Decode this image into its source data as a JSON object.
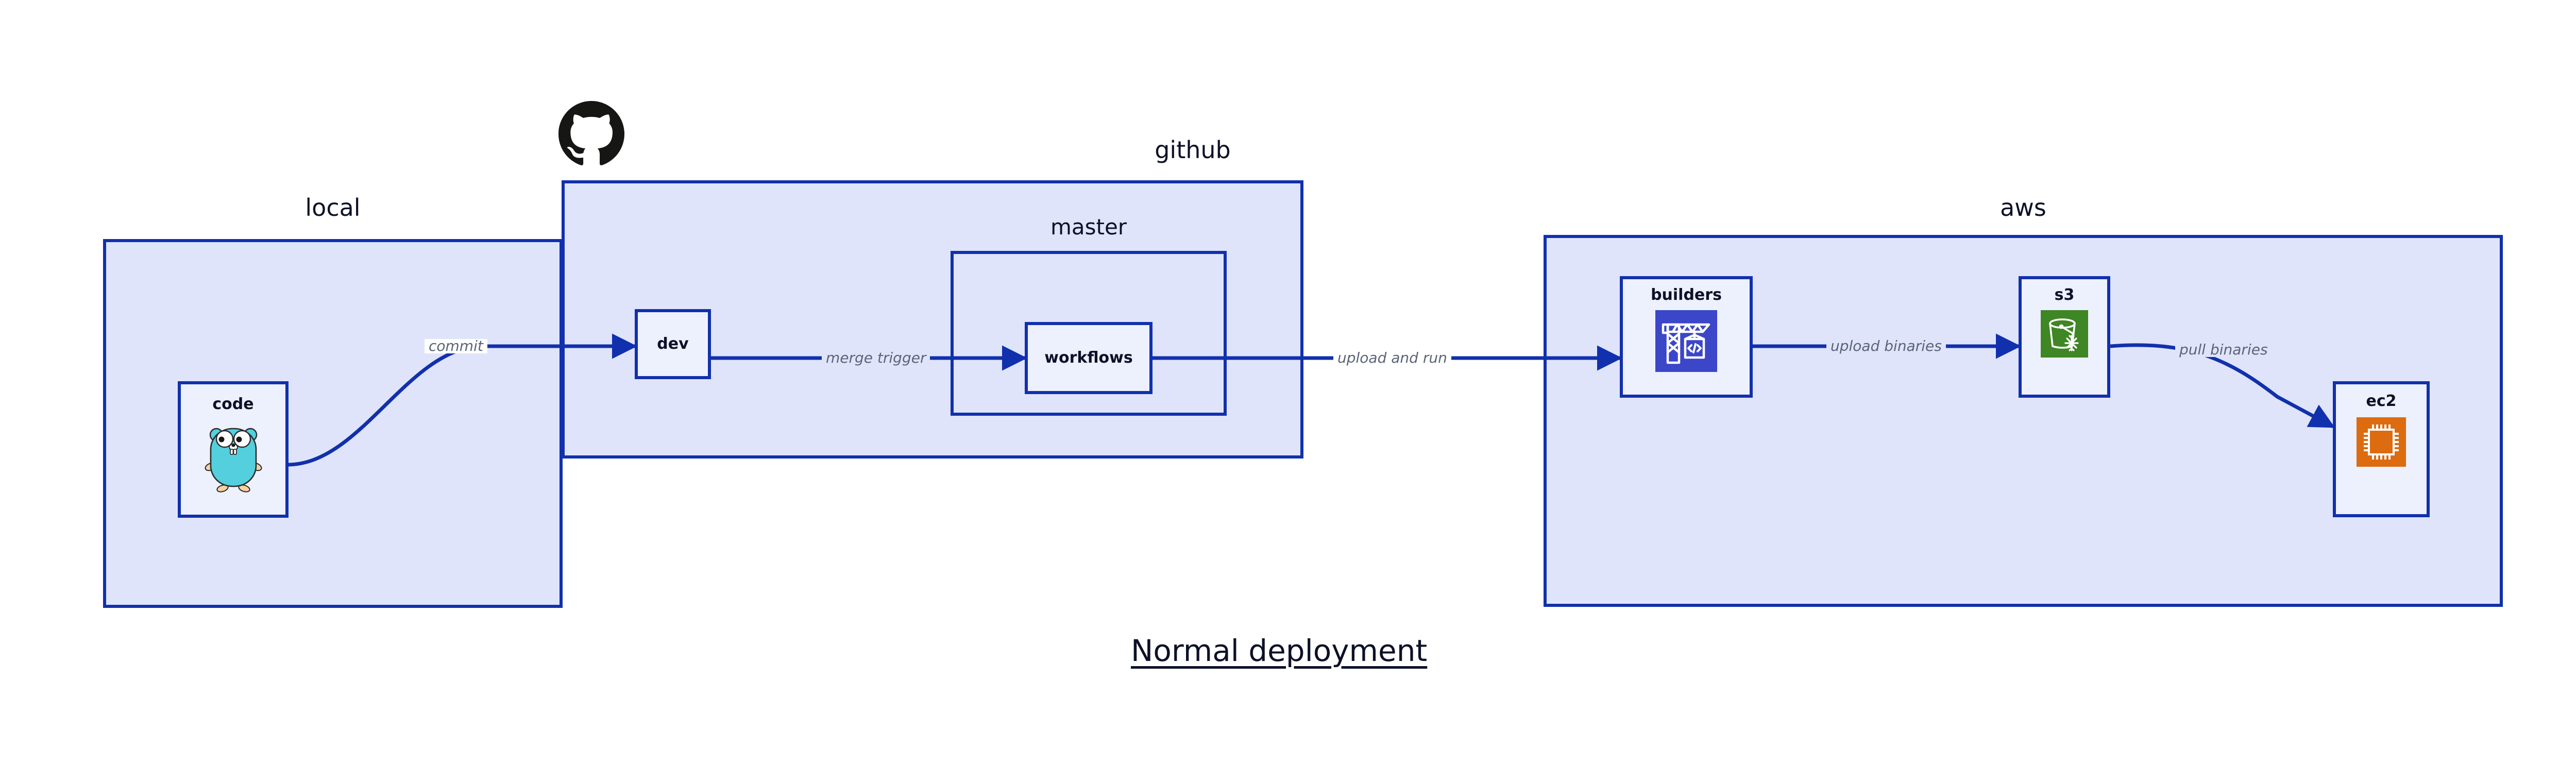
{
  "diagram": {
    "caption": "Normal deployment",
    "colors": {
      "group_fill": "#dfe4fa",
      "group_border": "#1130ad",
      "node_fill": "#edf0fd",
      "node_border": "#1130ad",
      "edge_stroke": "#1130ad",
      "edge_label_text": "#5b6477",
      "title_text": "#0d1127",
      "builders_icon_bg": "#3b46c8",
      "s3_icon_bg": "#3f8624",
      "ec2_icon_bg": "#dd6b10",
      "gopher_body": "#54cfdd",
      "octocat": "#161614"
    },
    "groups": [
      {
        "id": "local",
        "label": "local"
      },
      {
        "id": "github",
        "label": "github"
      },
      {
        "id": "master",
        "label": "master"
      },
      {
        "id": "aws",
        "label": "aws"
      }
    ],
    "nodes": [
      {
        "id": "code",
        "label": "code",
        "icon": "go-gopher-icon",
        "parent": "local"
      },
      {
        "id": "dev",
        "label": "dev",
        "icon": null,
        "parent": "github"
      },
      {
        "id": "workflows",
        "label": "workflows",
        "icon": null,
        "parent": "master"
      },
      {
        "id": "builders",
        "label": "builders",
        "icon": "code-build-icon",
        "parent": "aws"
      },
      {
        "id": "s3",
        "label": "s3",
        "icon": "s3-glacier-icon",
        "parent": "aws"
      },
      {
        "id": "ec2",
        "label": "ec2",
        "icon": "cpu-chip-icon",
        "parent": "aws"
      }
    ],
    "edges": [
      {
        "from": "code",
        "to": "dev",
        "label": "commit"
      },
      {
        "from": "dev",
        "to": "workflows",
        "label": "merge trigger"
      },
      {
        "from": "workflows",
        "to": "builders",
        "label": "upload and run"
      },
      {
        "from": "builders",
        "to": "s3",
        "label": "upload binaries"
      },
      {
        "from": "s3",
        "to": "ec2",
        "label": "pull binaries"
      }
    ],
    "brand_icon": "github-octocat-icon"
  }
}
